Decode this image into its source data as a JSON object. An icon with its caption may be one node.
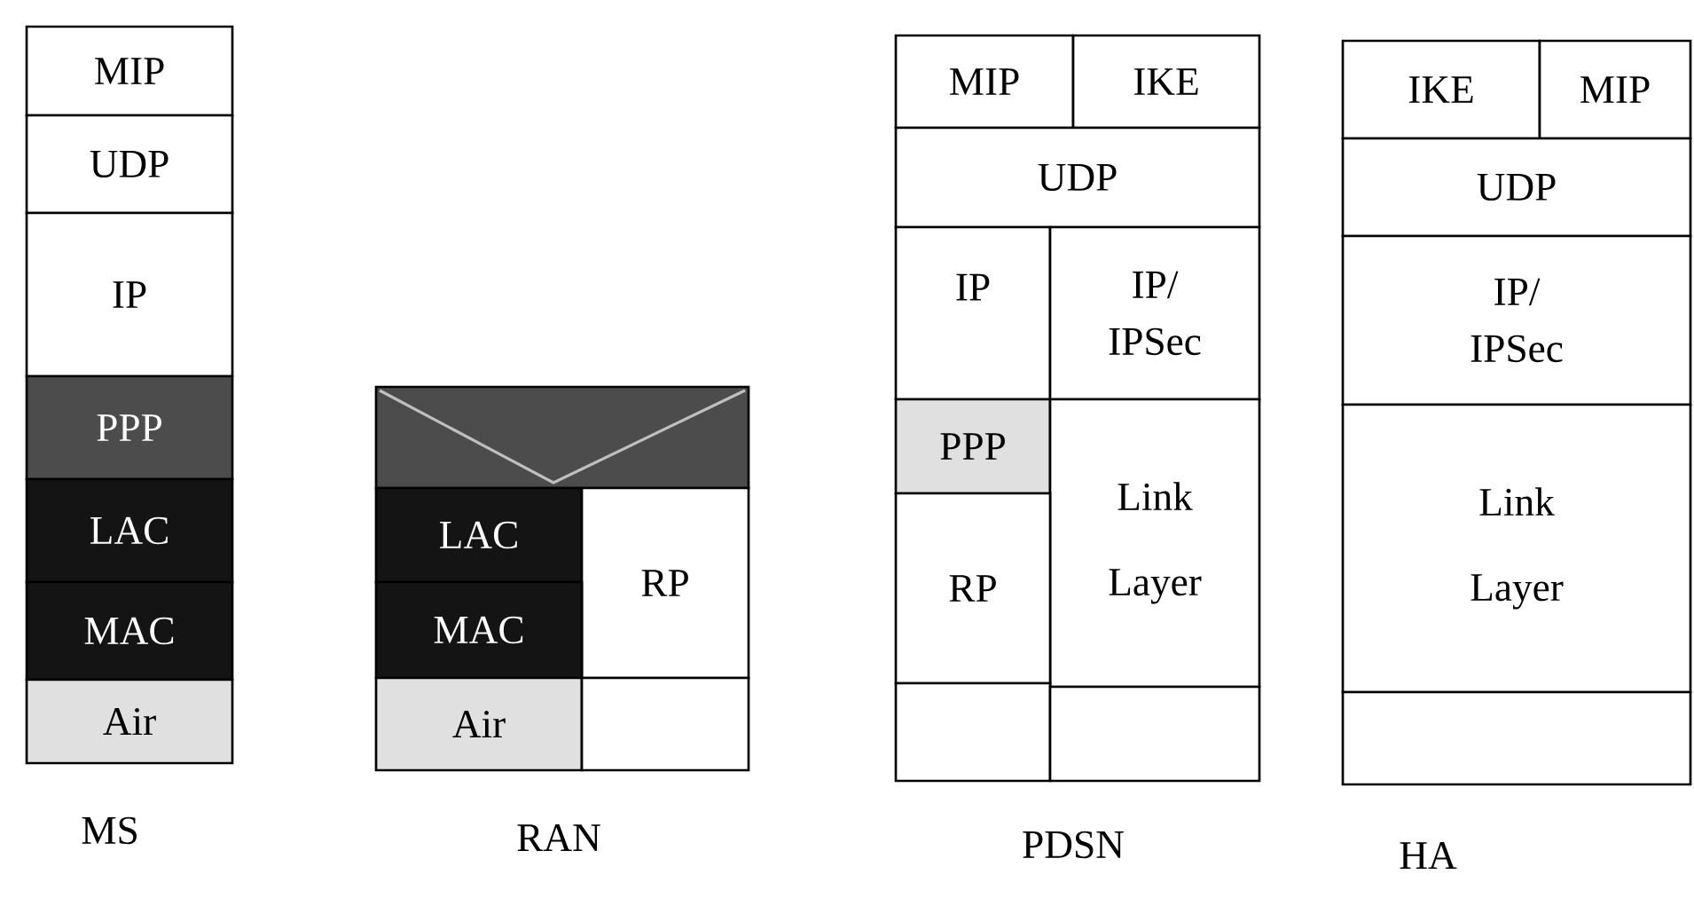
{
  "diagram": {
    "nodes": [
      {
        "text": [
          "MIP"
        ]
      },
      {
        "text": [
          "UDP"
        ]
      },
      {
        "text": [
          "IP"
        ]
      },
      {
        "text": [
          "PPP"
        ]
      },
      {
        "text": [
          "LAC"
        ]
      },
      {
        "text": [
          "MAC"
        ]
      },
      {
        "text": [
          "Air"
        ]
      },
      {
        "text": [],
        "shape": "box"
      },
      {
        "text": [
          "LAC"
        ]
      },
      {
        "text": [
          "RP"
        ]
      },
      {
        "text": [
          "MAC"
        ]
      },
      {
        "text": [
          "Air"
        ]
      },
      {
        "text": [],
        "shape": "box"
      },
      {
        "text": [
          "MIP"
        ]
      },
      {
        "text": [
          "IKE"
        ]
      },
      {
        "text": [
          "UDP"
        ]
      },
      {
        "text": [
          "IP"
        ]
      },
      {
        "text": [
          "IP/ IPSec"
        ]
      },
      {
        "text": [
          "PPP"
        ]
      },
      {
        "text": [
          "Link Layer"
        ]
      },
      {
        "text": [
          "RP"
        ]
      },
      {
        "text": [],
        "shape": "box"
      },
      {
        "text": [],
        "shape": "box"
      },
      {
        "text": [
          "IKE"
        ]
      },
      {
        "text": [
          "MIP"
        ]
      },
      {
        "text": [
          "UDP"
        ]
      },
      {
        "text": [
          "IP/ IPSec"
        ]
      },
      {
        "text": [
          "Link Layer"
        ]
      },
      {
        "text": [],
        "shape": "box"
      }
    ],
    "labels": [
      "MS",
      "RAN",
      "PDSN",
      "HA"
    ]
  }
}
